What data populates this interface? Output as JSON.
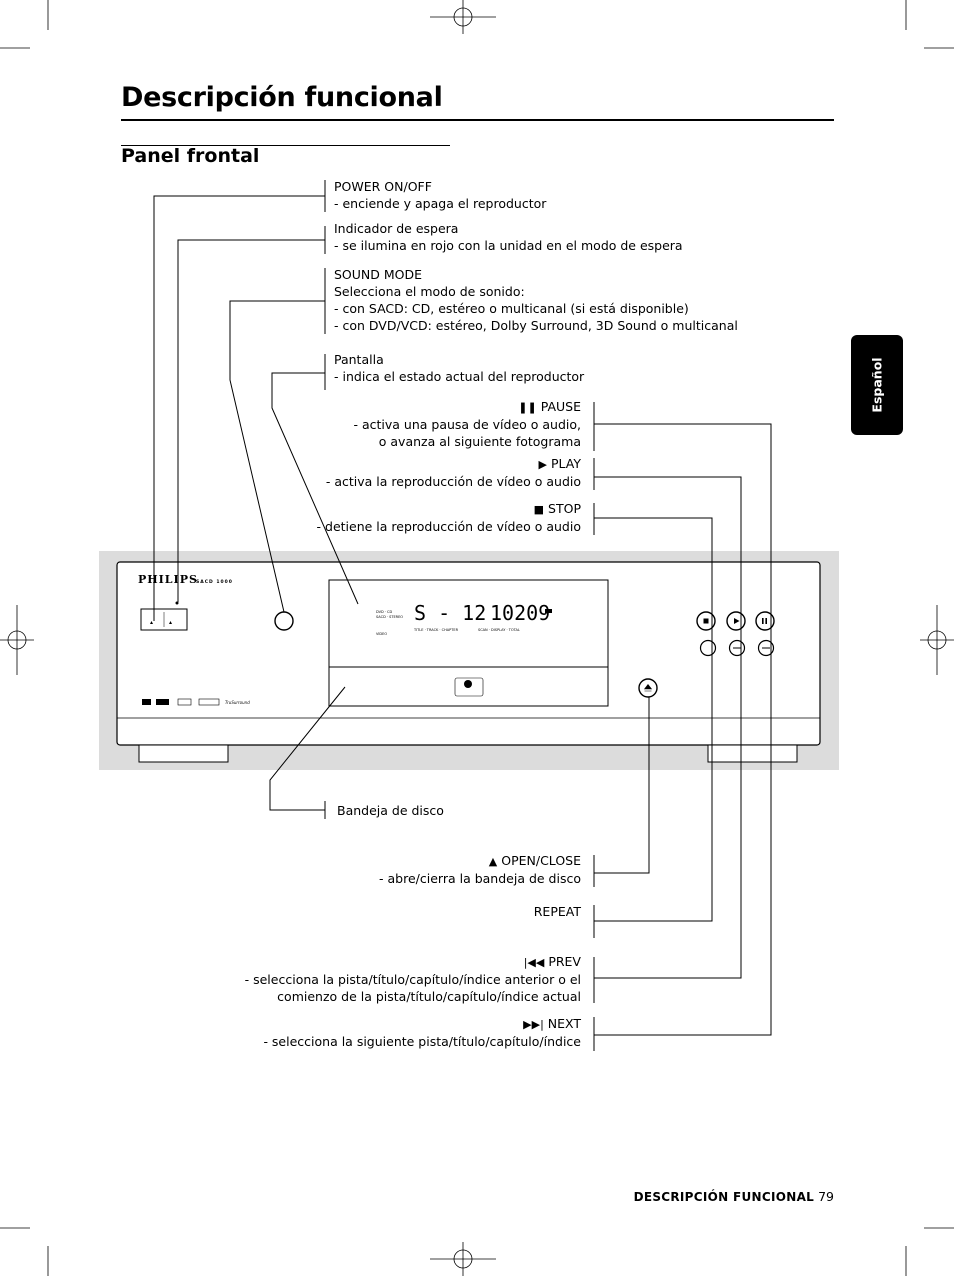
{
  "page": {
    "title": "Descripción funcional",
    "section": "Panel frontal",
    "language_tab": "Español",
    "footer_label": "DESCRIPCIÓN FUNCIONAL",
    "page_number": "79"
  },
  "labels_left": [
    {
      "title": "POWER ON/OFF",
      "desc": [
        "- enciende y apaga el reproductor"
      ]
    },
    {
      "title": "Indicador de espera",
      "desc": [
        "- se ilumina en rojo con la unidad en el modo de espera"
      ]
    },
    {
      "title": "SOUND MODE",
      "desc": [
        "Selecciona el modo de sonido:",
        "- con SACD: CD, estéreo o multicanal (si está disponible)",
        "- con DVD/VCD: estéreo, Dolby Surround, 3D Sound o multicanal"
      ]
    },
    {
      "title": "Pantalla",
      "desc": [
        "- indica el estado actual del reproductor"
      ]
    },
    {
      "title": "Bandeja de disco",
      "desc": []
    }
  ],
  "labels_right": [
    {
      "icon": "pause-icon",
      "symbol": "❚❚",
      "title": "PAUSE",
      "desc": [
        "- activa una pausa de vídeo o audio,",
        "o avanza al siguiente fotograma"
      ]
    },
    {
      "icon": "play-icon",
      "symbol": "▶",
      "title": "PLAY",
      "desc": [
        "- activa la reproducción de vídeo o audio"
      ]
    },
    {
      "icon": "stop-icon",
      "symbol": "■",
      "title": "STOP",
      "desc": [
        "- detiene la reproducción de vídeo o audio"
      ]
    },
    {
      "icon": "eject-icon",
      "symbol": "▲",
      "title": "OPEN/CLOSE",
      "desc": [
        "- abre/cierra la bandeja de disco"
      ]
    },
    {
      "icon": "",
      "symbol": "",
      "title": "REPEAT",
      "desc": []
    },
    {
      "icon": "prev-icon",
      "symbol": "|◀◀",
      "title": "PREV",
      "desc": [
        "- selecciona la pista/título/capítulo/índice anterior o el",
        "comienzo de la pista/título/capítulo/índice actual"
      ]
    },
    {
      "icon": "next-icon",
      "symbol": "▶▶|",
      "title": "NEXT",
      "desc": [
        "- selecciona la siguiente pista/título/capítulo/índice"
      ]
    }
  ],
  "device": {
    "brand": "PHILIPS",
    "model": "SACD 1000",
    "display_main": "S - 12",
    "display_time": "10209"
  }
}
